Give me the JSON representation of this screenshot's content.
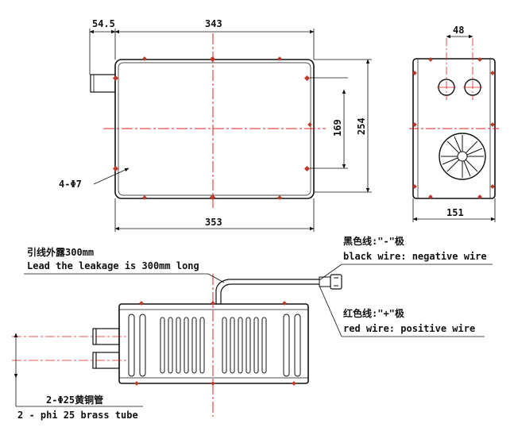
{
  "colors": {
    "outline": "#111111",
    "centerline": "#e0201c",
    "hole": "#c0392b",
    "paper": "#ffffff"
  },
  "top_view": {
    "dim_top": "343",
    "dim_offset": "54.5",
    "dim_bottom": "353",
    "dim_height": "254",
    "dim_hole_spacing": "169",
    "hole_note": "4-Φ7"
  },
  "side_view": {
    "dim_pipe_spacing": "48",
    "dim_width": "151"
  },
  "front_view": {
    "lead_note_cn": "引线外露300mm",
    "lead_note_en": "Lead the leakage is 300mm long",
    "black_wire_cn": "黑色线:\"-\"极",
    "black_wire_en": "black wire: negative wire",
    "red_wire_cn": "红色线:\"+\"极",
    "red_wire_en": "red wire: positive wire",
    "tube_note_cn": "2-Φ25黄铜管",
    "tube_note_en": "2 - phi 25 brass tube"
  }
}
